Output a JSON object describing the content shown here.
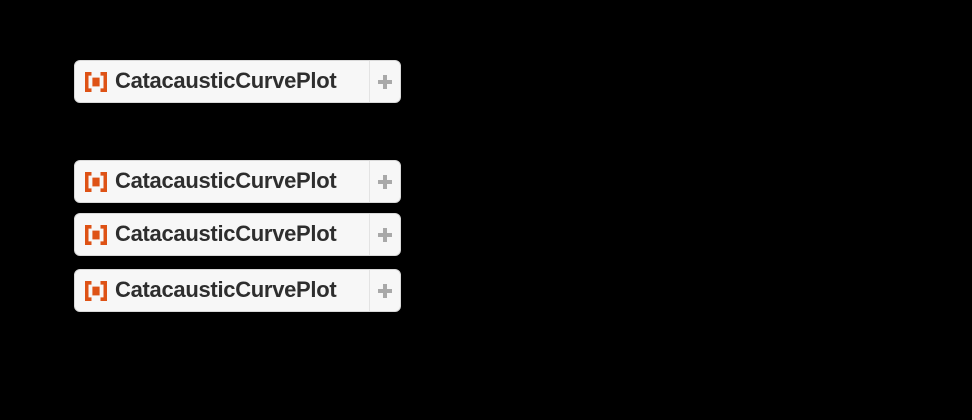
{
  "theme": {
    "canvas_bg": "#000000",
    "button_bg": "#f7f7f7",
    "button_border": "#d9d9d9",
    "label_color": "#2e2e2e",
    "accent_orange": "#de5215",
    "plus_color": "#a9a9a9",
    "divider_color": "#e3e3e3"
  },
  "buttons": [
    {
      "label": "CatacausticCurvePlot",
      "icon": "resource-function-icon",
      "expander_icon": "plus-icon"
    },
    {
      "label": "CatacausticCurvePlot",
      "icon": "resource-function-icon",
      "expander_icon": "plus-icon"
    },
    {
      "label": "CatacausticCurvePlot",
      "icon": "resource-function-icon",
      "expander_icon": "plus-icon"
    },
    {
      "label": "CatacausticCurvePlot",
      "icon": "resource-function-icon",
      "expander_icon": "plus-icon"
    }
  ]
}
